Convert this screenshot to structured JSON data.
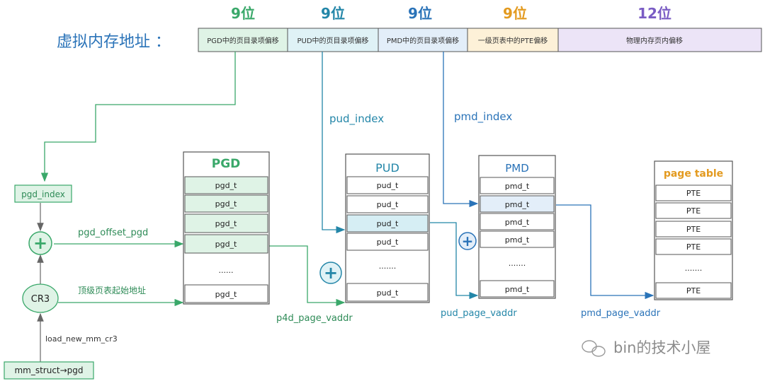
{
  "address": {
    "label": "虚拟内存地址 ：",
    "segments": [
      {
        "bits": "9位",
        "label": "PGD中的页目录项偏移",
        "color": "#3aa86a",
        "fill": "#dff3e6"
      },
      {
        "bits": "9位",
        "label": "PUD中的页目录项偏移",
        "color": "#2386a8",
        "fill": "#dff2f6"
      },
      {
        "bits": "9位",
        "label": "PMD中的页目录项偏移",
        "color": "#2a73b8",
        "fill": "#e3eef9"
      },
      {
        "bits": "9位",
        "label": "一级页表中的PTE偏移",
        "color": "#e39a1f",
        "fill": "#fdf1d8"
      },
      {
        "bits": "12位",
        "label": "物理内存页内偏移",
        "color": "#7a5cc4",
        "fill": "#ece4f7"
      }
    ]
  },
  "tables": {
    "pgd": {
      "title": "PGD",
      "entries": [
        "pgd_t",
        "pgd_t",
        "pgd_t",
        "pgd_t",
        "......",
        "pgd_t"
      ]
    },
    "pud": {
      "title": "PUD",
      "entries": [
        "pud_t",
        "pud_t",
        "pud_t",
        "pud_t",
        ".......",
        "pud_t"
      ]
    },
    "pmd": {
      "title": "PMD",
      "entries": [
        "pmd_t",
        "pmd_t",
        "pmd_t",
        "pmd_t",
        ".......",
        "pmd_t"
      ]
    },
    "pt": {
      "title": "page table",
      "entries": [
        "PTE",
        "PTE",
        "PTE",
        "PTE",
        ".......",
        "PTE"
      ]
    }
  },
  "labels": {
    "pgd_index": "pgd_index",
    "pud_index": "pud_index",
    "pmd_index": "pmd_index",
    "pgd_offset": "pgd_offset_pgd",
    "top_start": "顶级页表起始地址",
    "cr3": "CR3",
    "load_cr3": "load_new_mm_cr3",
    "mm_struct": "mm_struct→pgd",
    "p4d_vaddr": "p4d_page_vaddr",
    "pud_vaddr": "pud_page_vaddr",
    "pmd_vaddr": "pmd_page_vaddr",
    "plus": "+"
  },
  "watermark": "bin的技术小屋",
  "colors": {
    "green": "#3aa86a",
    "blue": "#2386a8",
    "darkblue": "#2a73b8",
    "orange": "#e39a1f",
    "purple": "#7a5cc4",
    "addr_label": "#2a73b8"
  }
}
